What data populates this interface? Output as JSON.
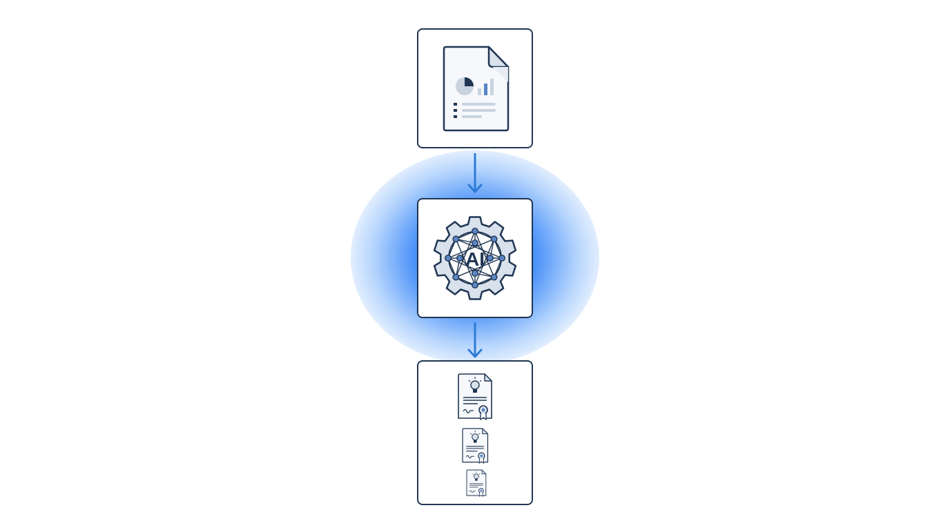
{
  "diagram": {
    "nodes": [
      {
        "id": "input",
        "icon": "report-document-icon"
      },
      {
        "id": "process",
        "icon": "ai-gear-icon",
        "label": "AI"
      },
      {
        "id": "output",
        "icon": "certificate-documents-icon"
      }
    ],
    "edges": [
      {
        "from": "input",
        "to": "process"
      },
      {
        "from": "process",
        "to": "output"
      }
    ]
  },
  "colors": {
    "stroke": "#1f3552",
    "accent": "#2e7bd6",
    "glow": "#1a73f5",
    "light_fill": "#d9e1ec"
  }
}
